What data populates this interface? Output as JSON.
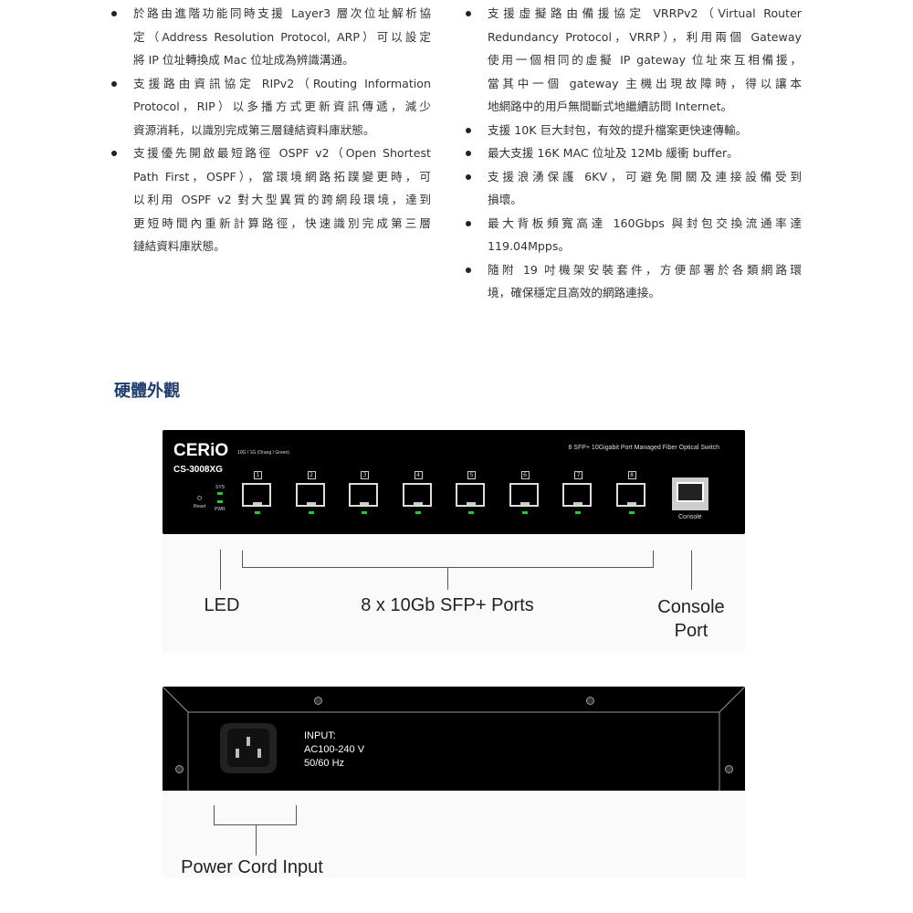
{
  "left_bullets": [
    [
      "於路由進階功能同時支援 Layer3 層次位址解析協",
      "定（Address Resolution Protocol, ARP）可以設定",
      "將 IP 位址轉換成 Mac 位址成為辨識溝通。"
    ],
    [
      "支援路由資訊協定 RIPv2（Routing Information",
      "Protocol，RIP）以多播方式更新資訊傳遞，減少",
      "資源消耗，以識別完成第三層鏈結資料庫狀態。"
    ],
    [
      "支援優先開啟最短路徑 OSPF v2（Open Shortest",
      "Path First，OSPF），當環境網路拓蹼變更時，可",
      "以利用 OSPF v2 對大型異質的跨網段環境，達到",
      "更短時間內重新計算路徑，快速識別完成第三層",
      "鏈結資料庫狀態。"
    ]
  ],
  "right_bullets": [
    [
      "支援虛擬路由備援協定 VRRPv2（Virtual Router",
      "Redundancy Protocol，VRRP），利用兩個 Gateway",
      "使用一個相同的虛擬 IP gateway 位址來互相備援，",
      "當其中一個 gateway 主機出現故障時，得以讓本",
      "地網路中的用戶無間斷式地繼續訪問 Internet。"
    ],
    [
      "支援 10K 巨大封包，有效的提升檔案更快速傳輸。"
    ],
    [
      "最大支援 16K MAC 位址及 12Mb 緩衝 buffer。"
    ],
    [
      "支援浪湧保護 6KV，可避免開關及連接設備受到",
      "損壞。"
    ],
    [
      "最大背板頻寬高達 160Gbps 與封包交換流通率達",
      "119.04Mpps。"
    ],
    [
      "隨附 19 吋機架安裝套件，方便部署於各類網路環",
      "境，確保穩定且高效的網路連接。"
    ]
  ],
  "section_title": "硬體外觀",
  "front_panel": {
    "brand": "CERiO",
    "model": "CS-3008XG",
    "speed_note": "10G / 1G (Orang / Green)",
    "product_name": "8 SFP+ 10Gigabit Port Managed Fiber Optical Switch",
    "sys": "SYS",
    "pwr": "PWR",
    "reset": "Reset",
    "ports": [
      "1",
      "2",
      "3",
      "4",
      "5",
      "6",
      "7",
      "8"
    ],
    "console": "Console",
    "led_color": "#22cc22"
  },
  "labels": {
    "led": "LED",
    "sfp": "8 x 10Gb SFP+ Ports",
    "console_1": "Console",
    "console_2": "Port",
    "power": "Power Cord Input"
  },
  "back_panel": {
    "input_1": "INPUT:",
    "input_2": "AC100-240 V",
    "input_3": "50/60 Hz"
  }
}
